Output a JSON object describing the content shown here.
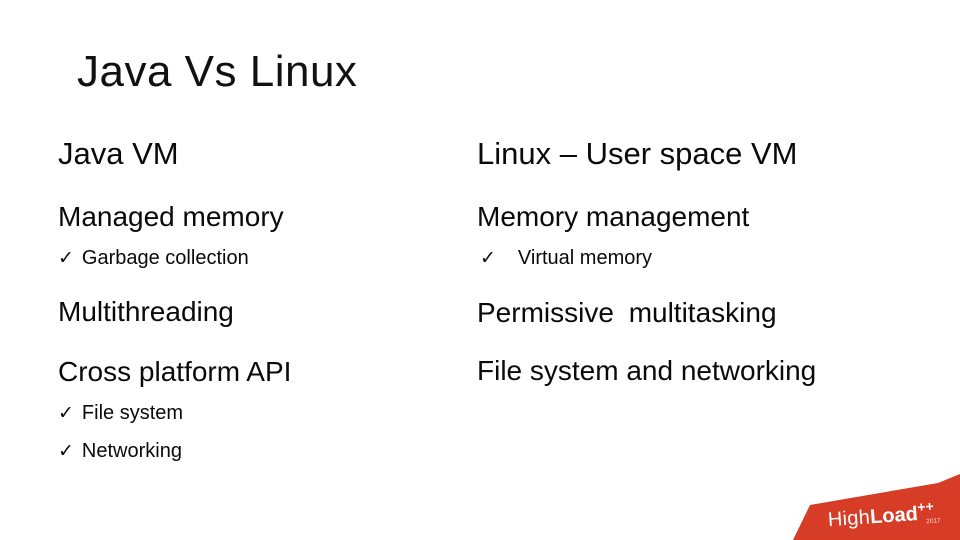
{
  "title": "Java Vs Linux",
  "icons": {
    "check": "✓"
  },
  "columns": {
    "left": {
      "heading": "Java VM",
      "items": [
        {
          "type": "sub",
          "text": "Managed memory"
        },
        {
          "type": "check",
          "text": "Garbage collection"
        },
        {
          "type": "sub",
          "text": "Multithreading"
        },
        {
          "type": "sub",
          "text": "Cross platform API"
        },
        {
          "type": "check",
          "text": "File system"
        },
        {
          "type": "check",
          "text": "Networking"
        }
      ]
    },
    "right": {
      "heading": "Linux – User space VM",
      "items": [
        {
          "type": "sub",
          "text": "Memory management"
        },
        {
          "type": "check",
          "text": "Virtual memory"
        },
        {
          "type": "sub",
          "text": "Permissive multitasking"
        },
        {
          "type": "sub",
          "text": "File system and networking"
        }
      ]
    }
  },
  "logo": {
    "text_light": "High",
    "text_bold": "Load",
    "suffix": "++",
    "year": "2017",
    "bg_color": "#D63C26",
    "text_color": "#FFFFFF"
  }
}
